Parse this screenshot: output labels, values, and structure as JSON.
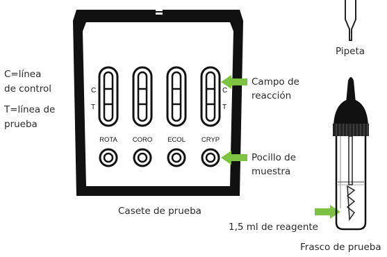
{
  "legend": {
    "control_def": "C=línea",
    "control_def_2": "de control",
    "test_def": "T=línea de",
    "test_def_2": "prueba"
  },
  "cassette": {
    "caption": "Casete de prueba",
    "marker_c": "C",
    "marker_t": "T",
    "lanes": [
      "ROTA",
      "CORO",
      "ECOL",
      "CRYP"
    ],
    "border_color": "#111111",
    "window_color": "#ffffff"
  },
  "callouts": {
    "reaction_field": [
      "Campo de",
      "reacción"
    ],
    "sample_well": [
      "Pocillo de",
      "muestra"
    ],
    "reagent": "1,5 ml de reagente",
    "arrow_color": "#7dc242",
    "arrow_icon": "right-to-left-arrow"
  },
  "pipette": {
    "caption": "Pipeta"
  },
  "bottle": {
    "caption": "Frasco de prueba"
  }
}
